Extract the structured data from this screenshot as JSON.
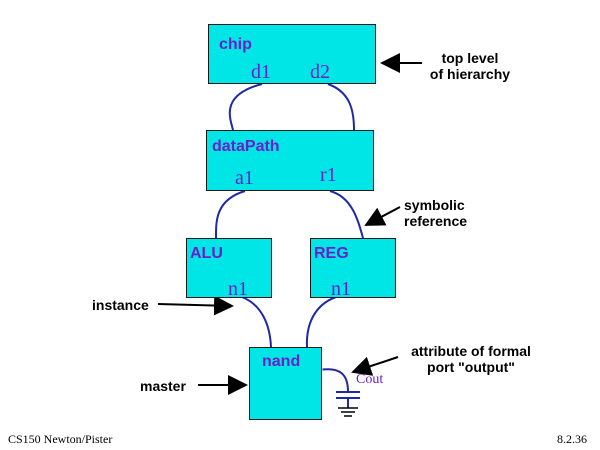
{
  "boxes": {
    "chip": {
      "title": "chip",
      "ports": [
        "d1",
        "d2"
      ]
    },
    "datapath": {
      "title": "dataPath",
      "ports": [
        "a1",
        "r1"
      ]
    },
    "alu": {
      "title": "ALU",
      "port": "n1"
    },
    "reg": {
      "title": "REG",
      "port": "n1"
    },
    "nand": {
      "title": "nand"
    }
  },
  "annotations": {
    "top_level": [
      "top level",
      "of hierarchy"
    ],
    "symbolic_reference": [
      "symbolic",
      "reference"
    ],
    "instance": "instance",
    "attribute": [
      "attribute of formal",
      "port \"output\""
    ],
    "master": "master"
  },
  "attribute_label": "Cout",
  "footer": {
    "left": "CS150 Newton/Pister",
    "right": "8.2.36"
  },
  "colors": {
    "box_fill": "#00e6e6",
    "label_purple": "#6a1fc8",
    "wire_blue": "#1f2aa6"
  }
}
